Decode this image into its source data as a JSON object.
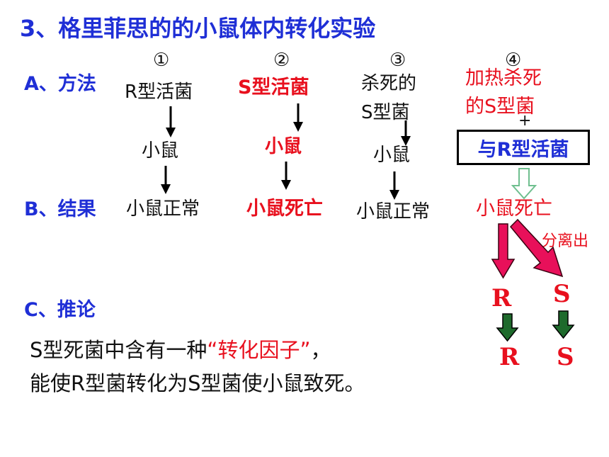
{
  "title": "3、格里菲思的的小鼠体内转化实验",
  "labels": {
    "method": "A、方法",
    "result": "B、结果",
    "inference": "C、推论"
  },
  "groups": [
    {
      "num": "①",
      "method": "R型活菌",
      "mouse": "小鼠",
      "result": "小鼠正常"
    },
    {
      "num": "②",
      "method": "S型活菌",
      "mouse": "小鼠",
      "result": "小鼠死亡"
    },
    {
      "num": "③",
      "method_line1": "杀死的",
      "method_line2": "S型菌",
      "mouse": "小鼠",
      "result": "小鼠正常"
    },
    {
      "num": "④",
      "method_line1": "加热杀死",
      "method_line2": "的S型菌",
      "plus": "+",
      "box": "与R型活菌",
      "result": "小鼠死亡"
    }
  ],
  "separation": {
    "label": "分离出",
    "r1": "R",
    "s1": "S",
    "r2": "R",
    "s2": "S"
  },
  "conclusion": {
    "prefix": "S型死菌中含有一种",
    "highlight": "“转化因子”",
    "suffix": "，",
    "line2": "能使R型菌转化为S型菌使小鼠致死。"
  },
  "colors": {
    "blue": "#1f2fd6",
    "red": "#e8101e",
    "arrow_red": "#e8105a",
    "green_arrow": "#2e8b3a"
  }
}
